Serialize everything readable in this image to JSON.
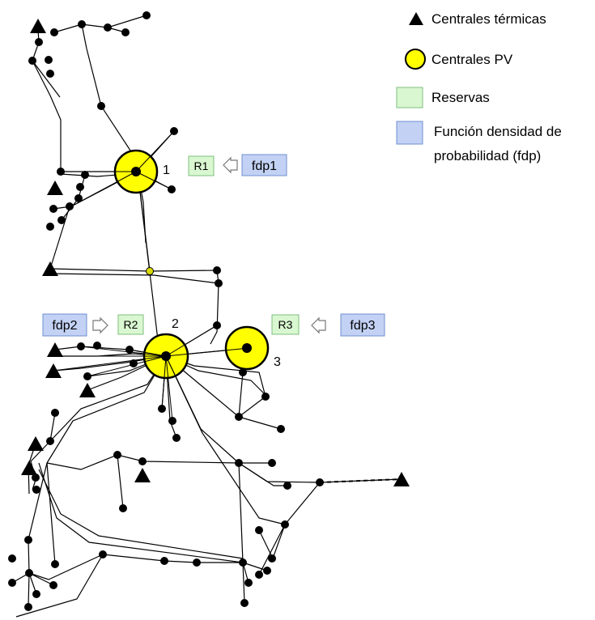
{
  "legend": {
    "thermal_label": "Centrales térmicas",
    "pv_label": "Centrales PV",
    "reserves_label": "Reservas",
    "pdf_label_line1": "Función densidad de",
    "pdf_label_line2": "probabilidad (fdp)"
  },
  "pv_plants": [
    {
      "id": "1",
      "label": "1"
    },
    {
      "id": "2",
      "label": "2"
    },
    {
      "id": "3",
      "label": "3"
    }
  ],
  "reserve_boxes": [
    {
      "id": "R1",
      "label": "R1"
    },
    {
      "id": "R2",
      "label": "R2"
    },
    {
      "id": "R3",
      "label": "R3"
    }
  ],
  "pdf_boxes": [
    {
      "id": "fdp1",
      "label": "fdp1"
    },
    {
      "id": "fdp2",
      "label": "fdp2"
    },
    {
      "id": "fdp3",
      "label": "fdp3"
    }
  ],
  "colors": {
    "pv_fill": "#ffff00",
    "reserve_fill": "#d9f7d0",
    "reserve_border": "#7fbf7f",
    "pdf_fill": "#c3d2f4",
    "pdf_border": "#6f8fcf",
    "line": "#000000"
  }
}
